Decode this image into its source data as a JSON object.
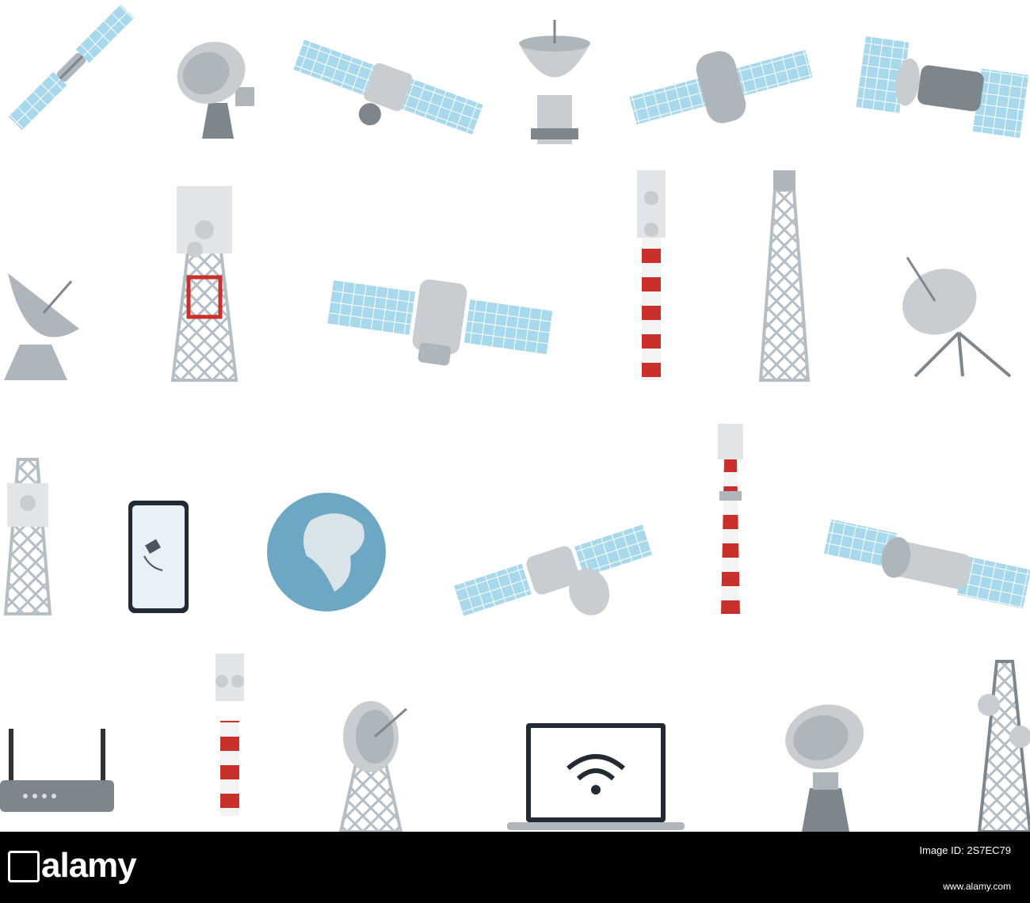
{
  "colors": {
    "panel": "#a8d8ec",
    "panel_line": "#ffffff",
    "metal": "#c8cdd1",
    "metal_dark": "#7d868d",
    "red": "#c9302c",
    "globe": "#6ea7c4",
    "globe_land": "#d8e4ea"
  },
  "icons": [
    "satellite-icon",
    "radar-dish-icon",
    "satellite-icon",
    "satellite-dish-icon",
    "satellite-icon",
    "satellite-icon",
    "satellite-dish-icon",
    "cell-tower-icon",
    "satellite-icon",
    "antenna-mast-icon",
    "lattice-tower-icon",
    "satellite-dish-tripod-icon",
    "cell-tower-icon",
    "smartphone-satellite-icon",
    "globe-icon",
    "satellite-icon",
    "antenna-mast-icon",
    "satellite-icon",
    "router-icon",
    "antenna-mast-icon",
    "radar-dish-tower-icon",
    "laptop-wifi-icon",
    "radar-dish-icon",
    "lattice-tower-icon"
  ],
  "footer": {
    "brand": "alamy",
    "image_id": "2S7EC79",
    "url": "www.alamy.com"
  }
}
